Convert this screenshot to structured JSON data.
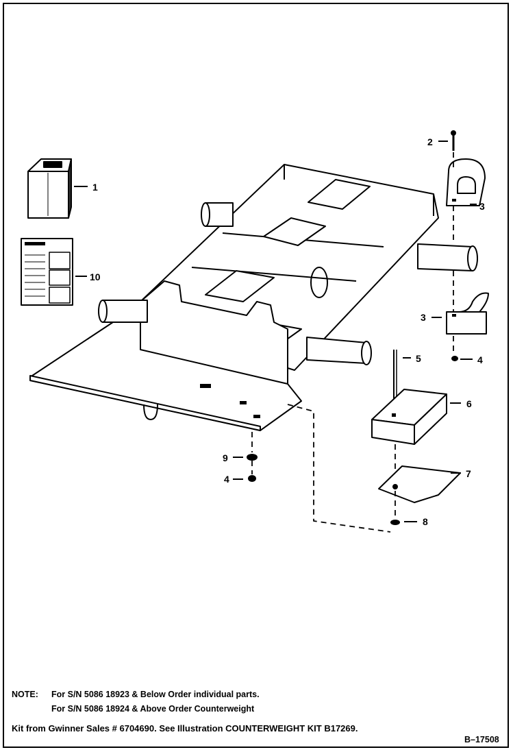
{
  "callouts": [
    {
      "id": "1",
      "label": "1"
    },
    {
      "id": "2",
      "label": "2"
    },
    {
      "id": "3a",
      "label": "3"
    },
    {
      "id": "3b",
      "label": "3"
    },
    {
      "id": "4a",
      "label": "4"
    },
    {
      "id": "4b",
      "label": "4"
    },
    {
      "id": "5",
      "label": "5"
    },
    {
      "id": "6",
      "label": "6"
    },
    {
      "id": "7",
      "label": "7"
    },
    {
      "id": "8",
      "label": "8"
    },
    {
      "id": "9",
      "label": "9"
    },
    {
      "id": "10",
      "label": "10"
    }
  ],
  "note": {
    "label": "NOTE:",
    "line1": "For S/N 5086 18923 & Below Order individual parts.",
    "line2": "For S/N 5086 18924 & Above Order Counterweight"
  },
  "kit_text": "Kit from Gwinner Sales # 6704690. See Illustration COUNTERWEIGHT KIT  B17269.",
  "figure_id": "B–17508"
}
